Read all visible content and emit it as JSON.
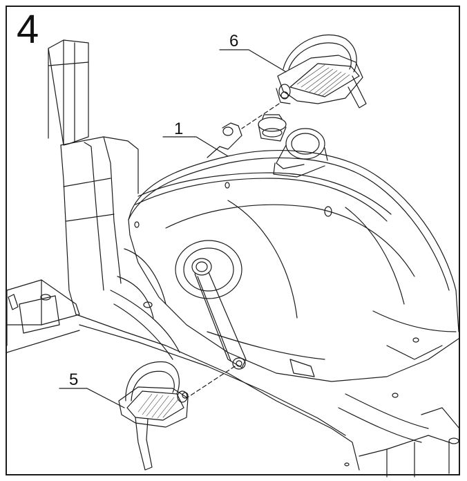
{
  "step": {
    "number": "4"
  },
  "callouts": [
    {
      "id": "1"
    },
    {
      "id": "5"
    },
    {
      "id": "6"
    }
  ],
  "colors": {
    "ink": "#1a1a1a",
    "paper": "#ffffff"
  }
}
